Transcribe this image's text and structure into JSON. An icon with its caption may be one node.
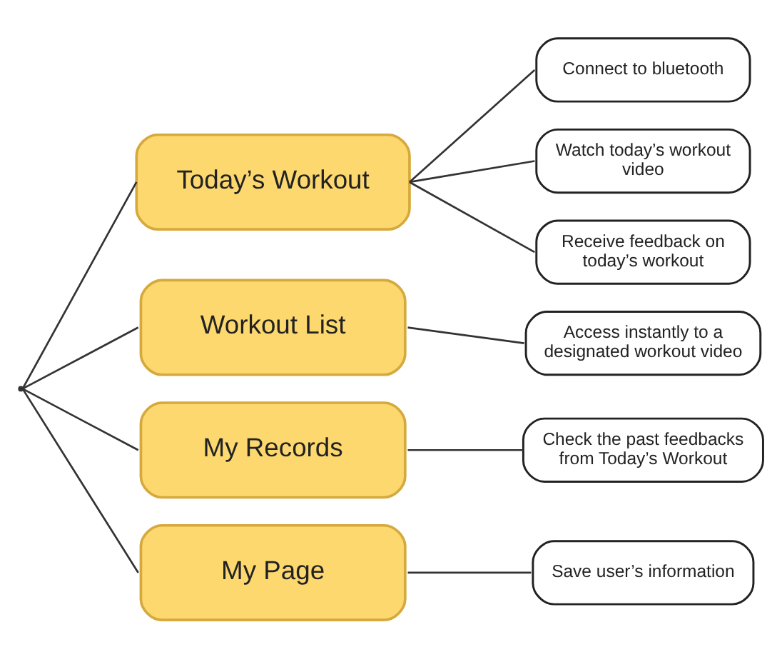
{
  "diagram": {
    "nodes": [
      {
        "text": [],
        "shape": "point"
      },
      {
        "text": [
          "Today’s Workout"
        ]
      },
      {
        "text": [
          "Connect to bluetooth"
        ]
      },
      {
        "text": [
          "Watch today’s workout video"
        ]
      },
      {
        "text": [
          "Receive feedback on today’s workout"
        ]
      },
      {
        "text": [
          "Workout List"
        ]
      },
      {
        "text": [
          "Access instantly to a designated workout video"
        ]
      },
      {
        "text": [
          "My Records"
        ]
      },
      {
        "text": [
          "Check the past feedbacks from Today’s Workout"
        ]
      },
      {
        "text": [
          "My Page"
        ]
      },
      {
        "text": [
          "Save user’s information"
        ]
      }
    ],
    "edges": [
      {
        "from": 0,
        "to": 1,
        "arrow": "none"
      },
      {
        "from": 1,
        "to": 2,
        "arrow": "none"
      },
      {
        "from": 1,
        "to": 3,
        "arrow": "none"
      },
      {
        "from": 1,
        "to": 4,
        "arrow": "none"
      },
      {
        "from": 0,
        "to": 5,
        "arrow": "none"
      },
      {
        "from": 5,
        "to": 6,
        "arrow": "none"
      },
      {
        "from": 0,
        "to": 7,
        "arrow": "none"
      },
      {
        "from": 7,
        "to": 8,
        "arrow": "none"
      },
      {
        "from": 0,
        "to": 9,
        "arrow": "none"
      },
      {
        "from": 9,
        "to": 10,
        "arrow": "none"
      }
    ]
  }
}
